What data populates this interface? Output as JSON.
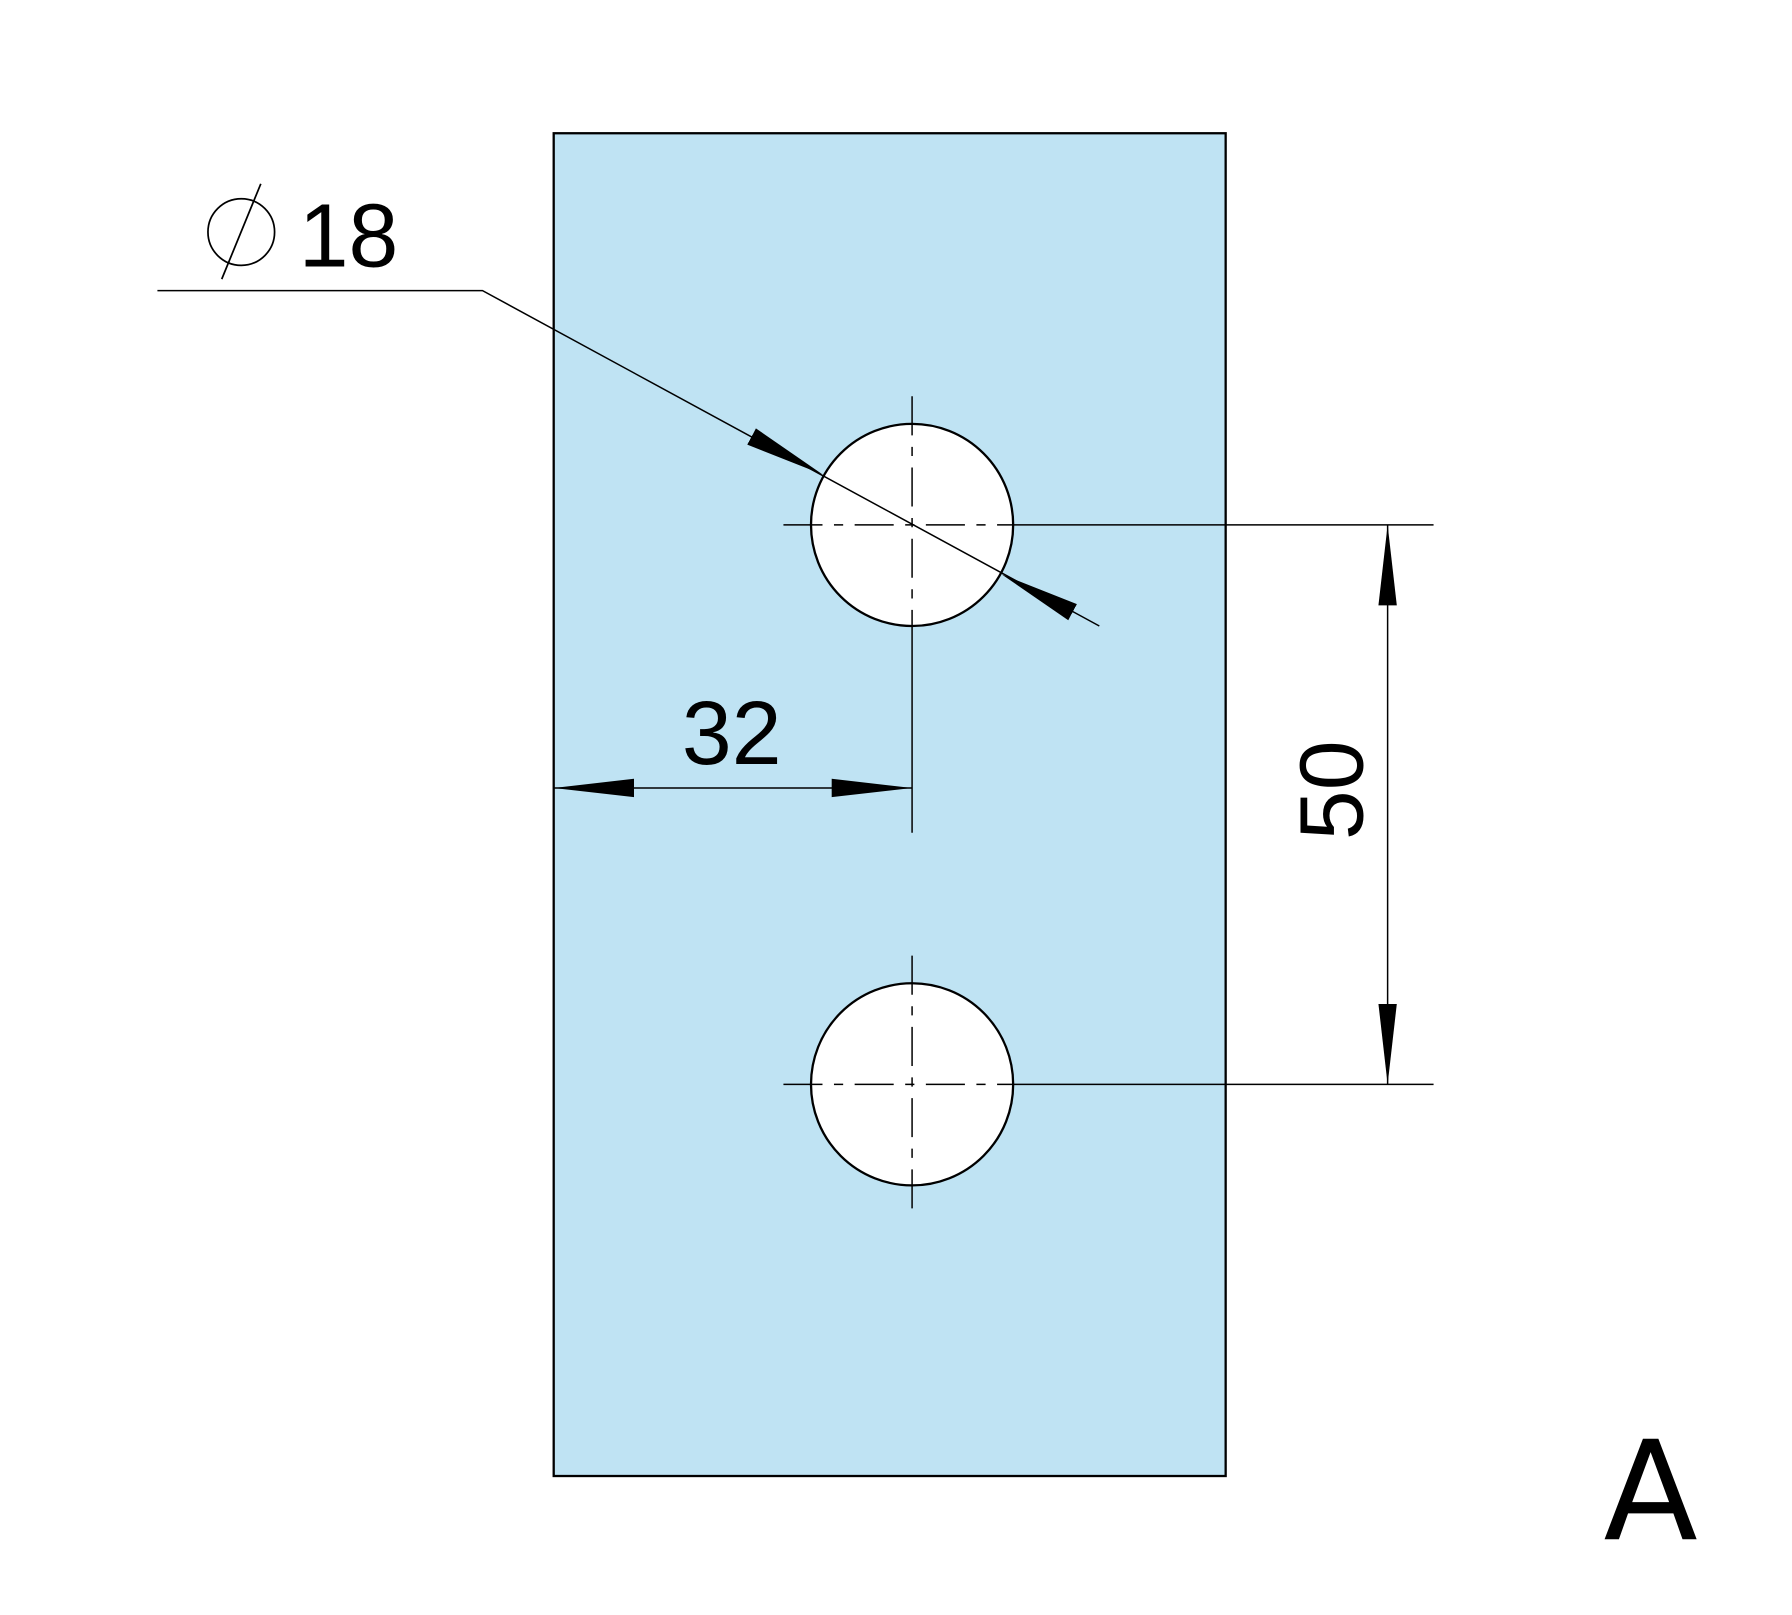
{
  "drawing": {
    "view_label": "A",
    "hole_diameter": {
      "symbol": "⌀",
      "value": "18"
    },
    "edge_to_center": "32",
    "hole_spacing": "50",
    "colors": {
      "plate": "#bfe3f3",
      "line": "#000000",
      "hole": "#ffffff"
    }
  }
}
